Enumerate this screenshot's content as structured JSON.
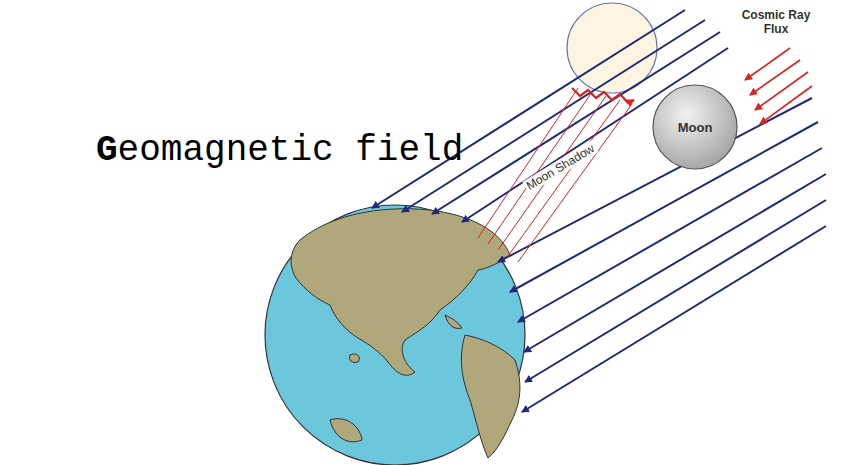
{
  "diagram": {
    "nodes": [
      {
        "text": [
          "Moon"
        ]
      }
    ],
    "labels": [
      "Geomagnetic field",
      "Cosmic Ray Flux",
      "Moon Shadow"
    ]
  }
}
